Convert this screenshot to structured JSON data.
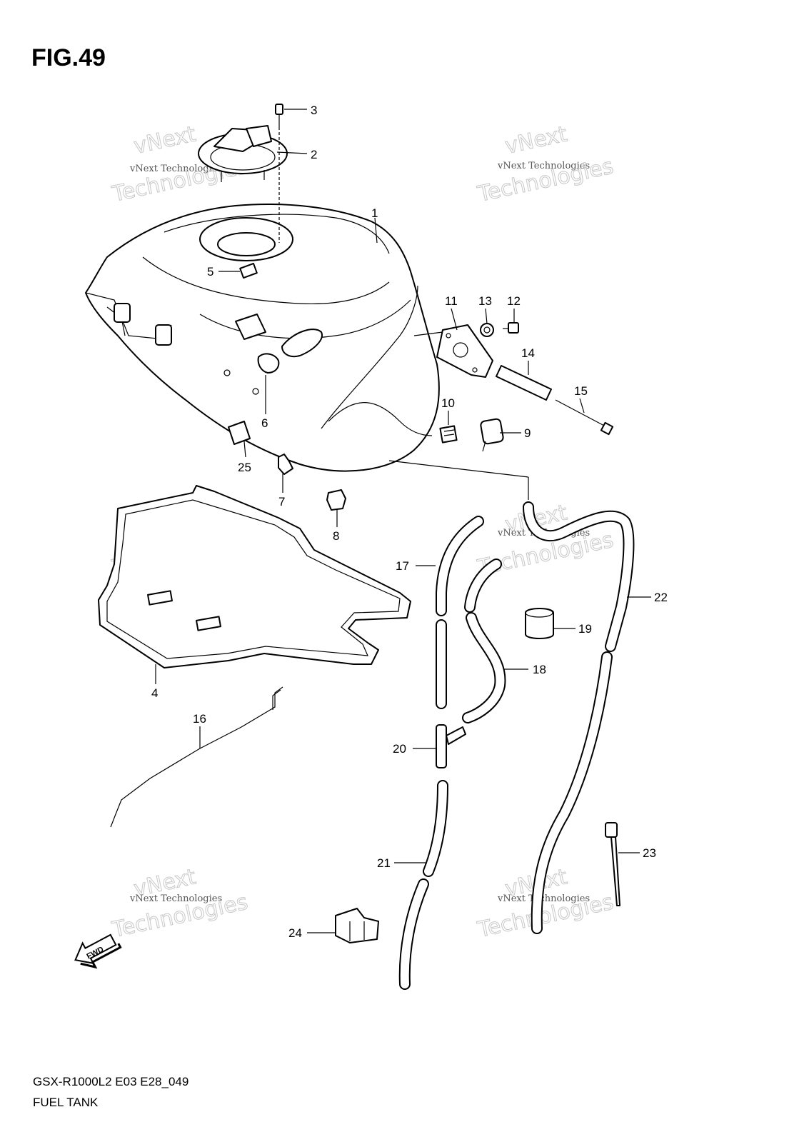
{
  "figure": {
    "title": "FIG.49"
  },
  "footer": {
    "model_code": "GSX-R1000L2 E03 E28_049",
    "section_name": "FUEL TANK"
  },
  "direction_marker": {
    "label": "FWD",
    "icon": "forward-arrow-icon"
  },
  "watermark": {
    "line1": "vNext",
    "line2": "Technologies",
    "small": "vNext Technologies"
  },
  "callouts": [
    {
      "id": "1",
      "label": "1"
    },
    {
      "id": "2",
      "label": "2"
    },
    {
      "id": "3",
      "label": "3"
    },
    {
      "id": "4",
      "label": "4"
    },
    {
      "id": "5",
      "label": "5"
    },
    {
      "id": "6",
      "label": "6"
    },
    {
      "id": "7",
      "label": "7"
    },
    {
      "id": "8",
      "label": "8"
    },
    {
      "id": "9",
      "label": "9"
    },
    {
      "id": "10",
      "label": "10"
    },
    {
      "id": "11",
      "label": "11"
    },
    {
      "id": "12",
      "label": "12"
    },
    {
      "id": "13",
      "label": "13"
    },
    {
      "id": "14",
      "label": "14"
    },
    {
      "id": "15",
      "label": "15"
    },
    {
      "id": "16",
      "label": "16"
    },
    {
      "id": "17",
      "label": "17"
    },
    {
      "id": "18",
      "label": "18"
    },
    {
      "id": "19",
      "label": "19"
    },
    {
      "id": "20",
      "label": "20"
    },
    {
      "id": "21",
      "label": "21"
    },
    {
      "id": "22",
      "label": "22"
    },
    {
      "id": "23",
      "label": "23"
    },
    {
      "id": "24",
      "label": "24"
    },
    {
      "id": "25",
      "label": "25"
    }
  ]
}
